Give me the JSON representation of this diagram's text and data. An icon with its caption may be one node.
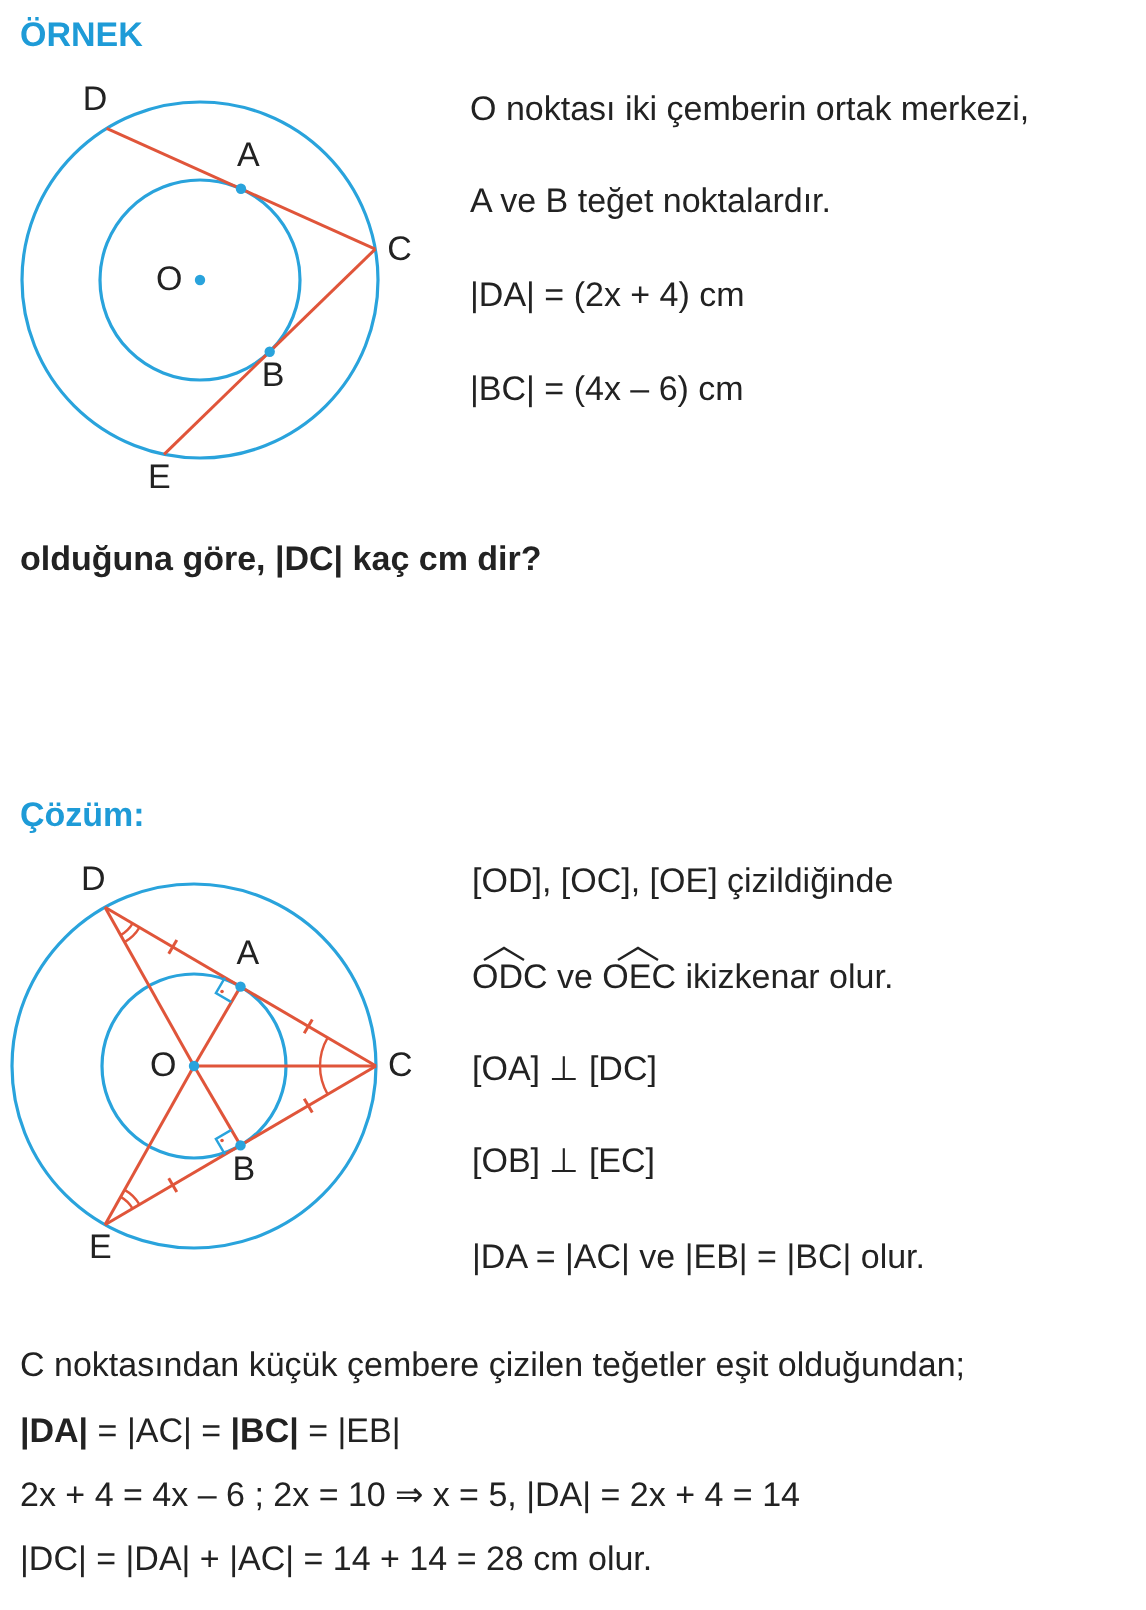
{
  "diagram": {
    "labels": [
      "ÖRNEK",
      "D",
      "A",
      "C",
      "O",
      "B",
      "E",
      "O noktası iki çemberin ortak merkezi,",
      "A ve B teğet noktalardır.",
      "|DA| = (2x + 4) cm",
      "|BC| = (4x – 6) cm",
      "olduğuna göre, |DC| kaç cm dir?",
      "Çözüm:",
      "D",
      "A",
      "C",
      "O",
      "B",
      "E",
      "[OD], [OC], [OE] çizildiğinde",
      "ODC ve OEC ikizkenar olur.",
      "[OA] ⊥ [DC]",
      "[OB] ⊥ [EC]",
      "|DA = |AC| ve |EB| = |BC| olur.",
      "C noktasından küçük çembere çizilen teğetler eşit olduğundan;",
      "**|DA|** = |AC| = **|BC|** = |EB|",
      "2x + 4 = 4x – 6   ;   2x = 10 ⇒  x = 5,      |DA| = 2x + 4 = 14",
      "|DC| = |DA| + |AC| = 14 + 14 = 28 cm olur."
    ]
  }
}
